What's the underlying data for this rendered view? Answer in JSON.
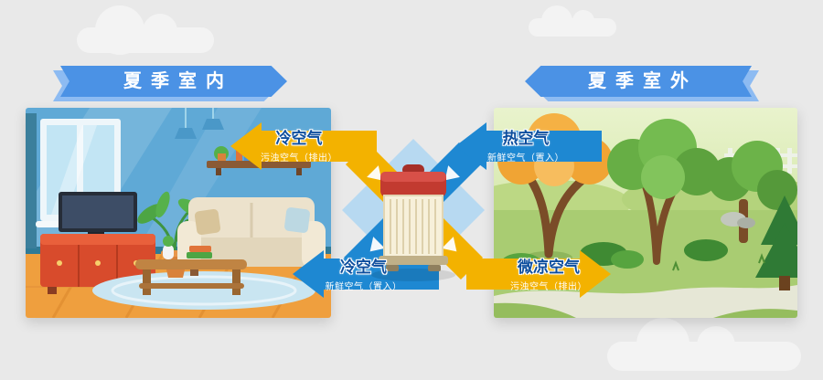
{
  "banners": {
    "indoor": "夏季室内",
    "outdoor": "夏季室外"
  },
  "flows": {
    "top_left": {
      "title": "冷空气",
      "subtitle": "污浊空气（排出）"
    },
    "top_right": {
      "title": "热空气",
      "subtitle": "新鲜空气（置入）"
    },
    "bottom_left": {
      "title": "冷空气",
      "subtitle": "新鲜空气（置入）"
    },
    "bottom_right": {
      "title": "微凉空气",
      "subtitle": "污浊空气（排出）"
    }
  },
  "colors": {
    "background": "#e9e9e9",
    "banner_blue": "#4b92e5",
    "banner_blue_light": "#8dbbf2",
    "flow_yellow": "#f3b200",
    "flow_blue": "#1e88d2",
    "diamond_light_blue": "#b7d9f1",
    "title_text_blue": "#0d4e9e",
    "device_red": "#c23a30",
    "device_cream": "#f7f0da"
  }
}
